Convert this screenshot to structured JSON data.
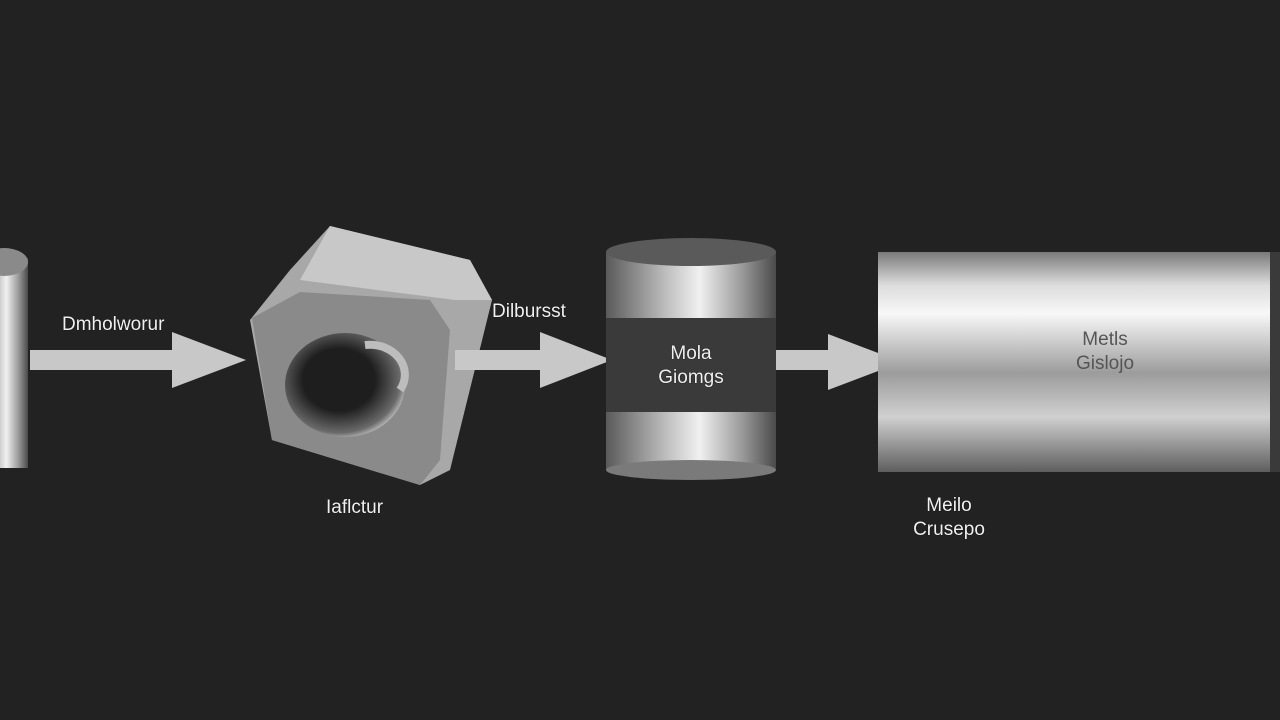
{
  "labels": {
    "arrow1": "Dmholworur",
    "arrow2": "Dilbursst",
    "hex_nut": "Iaflctur",
    "drum_line1": "Mola",
    "drum_line2": "Giomgs",
    "tube_line1": "Metls",
    "tube_line2": "Gislojo",
    "below_tube_line1": "Meilo",
    "below_tube_line2": "Crusepo"
  },
  "colors": {
    "background": "#222222",
    "arrow": "#c8c8c8",
    "metal_light": "#e8e8e8",
    "metal_dark": "#6a6a6a"
  }
}
